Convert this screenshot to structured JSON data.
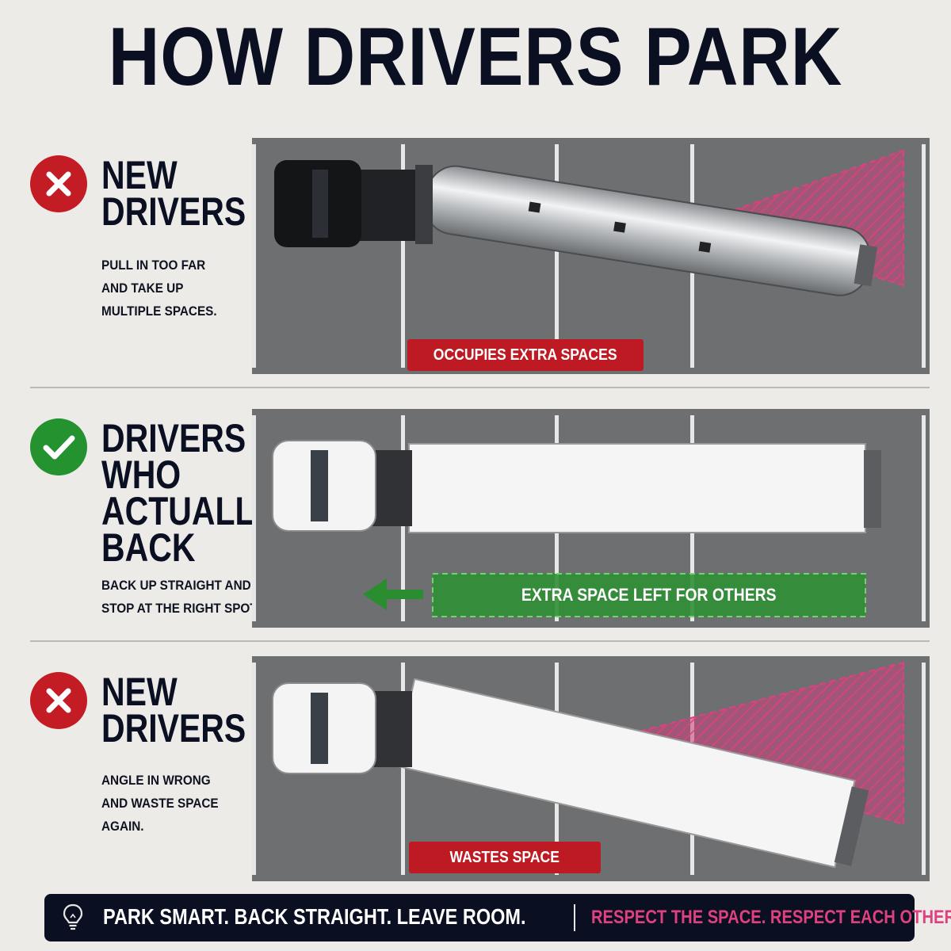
{
  "title": "HOW DRIVERS PARK",
  "rows": [
    {
      "status": "bad",
      "icon": "x-mark-icon",
      "heading": [
        "NEW",
        "DRIVERS"
      ],
      "description": [
        "PULL IN TOO FAR",
        "AND TAKE UP",
        "MULTIPLE SPACES."
      ],
      "tag": "OCCUPIES EXTRA SPACES"
    },
    {
      "status": "good",
      "icon": "check-mark-icon",
      "heading": [
        "DRIVERS",
        "WHO",
        "ACTUALLY",
        "BACK"
      ],
      "description": [
        "BACK UP STRAIGHT AND",
        "STOP AT THE RIGHT SPOT."
      ],
      "tag": "EXTRA SPACE LEFT FOR OTHERS"
    },
    {
      "status": "bad",
      "icon": "x-mark-icon",
      "heading": [
        "NEW",
        "DRIVERS"
      ],
      "description": [
        "ANGLE IN WRONG",
        "AND WASTE SPACE",
        "AGAIN."
      ],
      "tag": "WASTES SPACE"
    }
  ],
  "footer": {
    "icon": "lightbulb-icon",
    "left": "PARK SMART. BACK STRAIGHT. LEAVE ROOM.",
    "right": "RESPECT THE SPACE. RESPECT EACH OTHER."
  },
  "colors": {
    "navy": "#0b0f22",
    "bad_red": "#c31c25",
    "good_green": "#23922f",
    "waste_pink": "#e0407f",
    "asphalt": "#6e6f70"
  }
}
